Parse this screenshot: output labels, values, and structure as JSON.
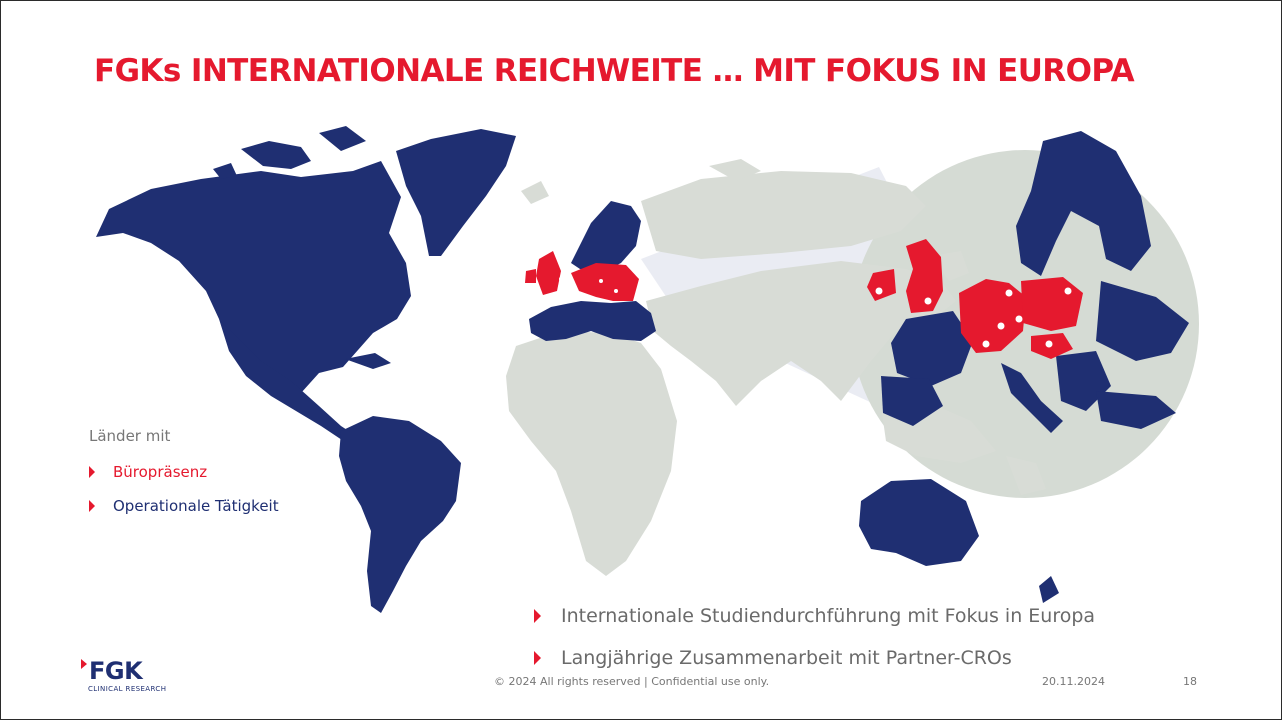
{
  "slide": {
    "title": "FGKs INTERNATIONALE REICHWEITE … MIT FOKUS IN EUROPA",
    "page_number": "18",
    "date": "20.11.2024",
    "copyright": "© 2024 All rights reserved | Confidential use only."
  },
  "legend": {
    "intro": "Länder  mit",
    "items": [
      {
        "label": "Büropräsenz",
        "color": "#e5192e"
      },
      {
        "label": "Operationale Tätigkeit",
        "color": "#1f2f72"
      }
    ]
  },
  "bullets": [
    "Internationale Studiendurchführung mit Fokus in Europa",
    "Langjährige Zusammenarbeit mit Partner-CROs"
  ],
  "logo": {
    "word": "FGK",
    "sub": "CLINICAL RESEARCH"
  },
  "map": {
    "colors": {
      "office": "#e5192e",
      "operational": "#1f2f72",
      "other": "#d8dcd6",
      "zoom": "#e3e6ef"
    },
    "icons": [
      "world-map-icon",
      "location-pin-icon"
    ]
  }
}
